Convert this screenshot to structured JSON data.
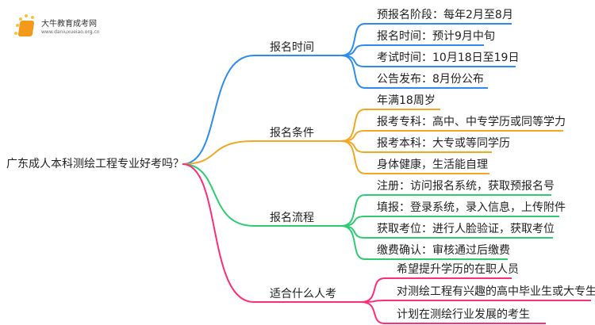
{
  "logo": {
    "name": "大牛教育成考网",
    "url": "www.daniuxueiao.org.cn"
  },
  "root": "广东成人本科测绘工程专业好考吗？",
  "branches": [
    {
      "label": "报名时间",
      "color": "#2d8cf0",
      "leaves": [
        "预报名阶段：每年2月至8月",
        "报名时间：预计9月中旬",
        "考试时间：10月18日至19日",
        "公告发布：8月份公布"
      ]
    },
    {
      "label": "报名条件",
      "color": "#f5a623",
      "leaves": [
        "年满18周岁",
        "报考专科：高中、中专学历或同等学力",
        "报考本科：大专或等同学历",
        "身体健康，生活能自理"
      ]
    },
    {
      "label": "报名流程",
      "color": "#2ecc71",
      "leaves": [
        "注册：访问报名系统，获取预报名号",
        "填报：登录系统，录入信息，上传附件",
        "获取考位：进行人脸验证，获取考位",
        "缴费确认：审核通过后缴费"
      ]
    },
    {
      "label": "适合什么人考",
      "color": "#ff2d78",
      "leaves": [
        "希望提升学历的在职人员",
        "对测绘工程有兴趣的高中毕业生或大专生",
        "计划在测绘行业发展的考生"
      ]
    }
  ]
}
